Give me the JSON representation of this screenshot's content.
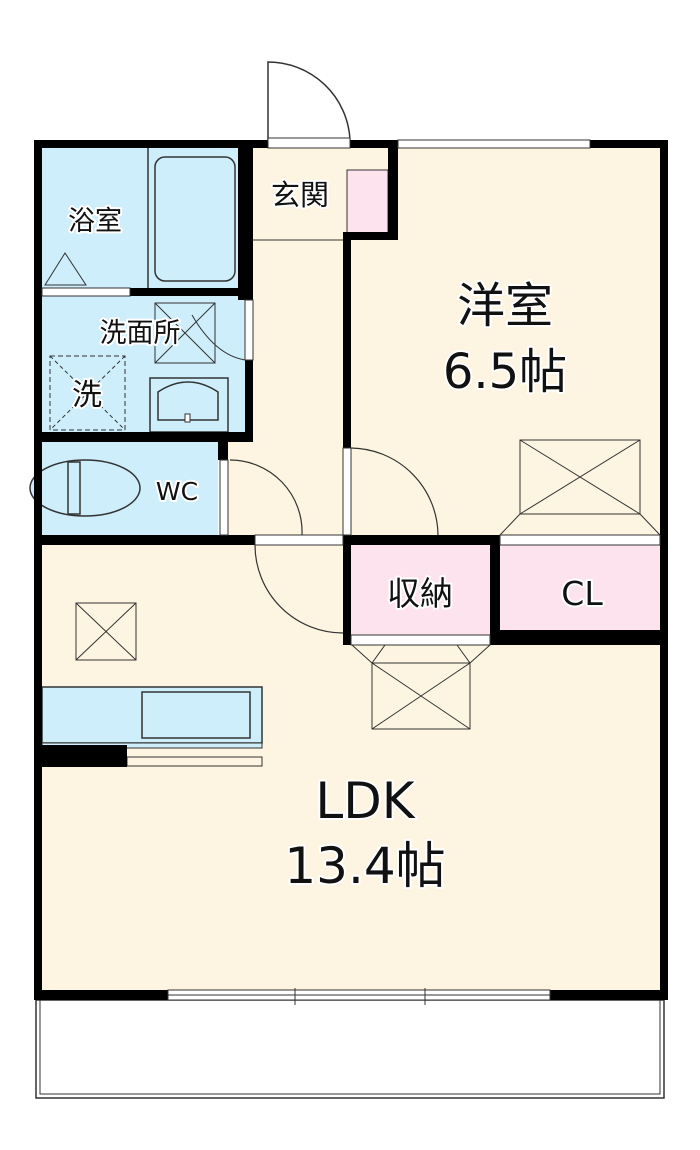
{
  "colors": {
    "floor": "#fdf5e2",
    "wet": "#cdeefa",
    "storage": "#fce3ee",
    "wall": "#000000"
  },
  "rooms": {
    "bath": "浴室",
    "entrance": "玄関",
    "washroom": "洗面所",
    "washer": "洗",
    "wc": "WC",
    "western_name": "洋室",
    "western_size": "6.5帖",
    "storage": "収納",
    "closet": "CL",
    "ldk_name": "LDK",
    "ldk_size": "13.4帖"
  }
}
